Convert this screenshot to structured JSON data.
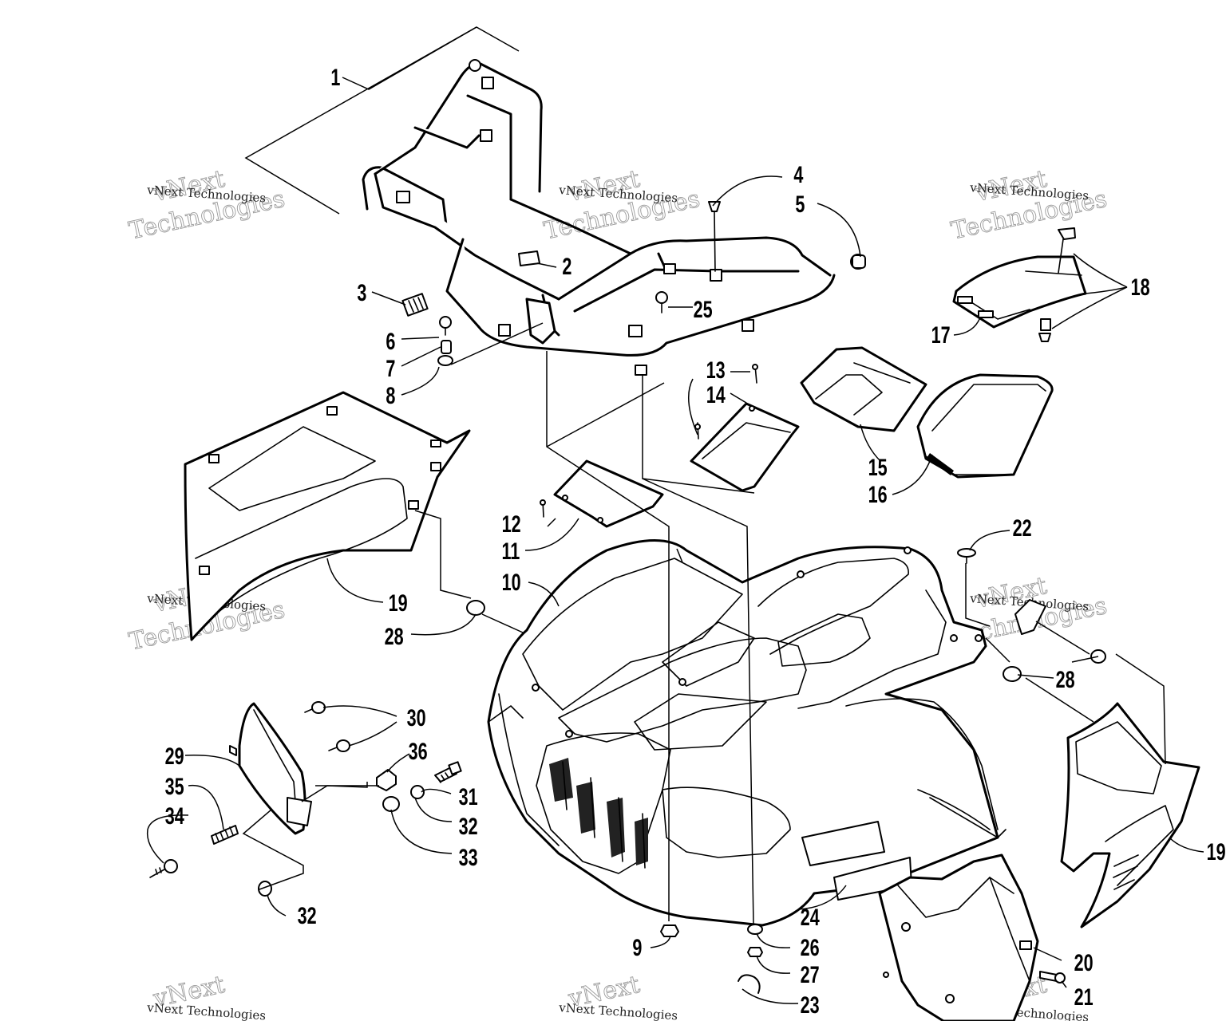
{
  "callouts": {
    "c1": "1",
    "c2": "2",
    "c3": "3",
    "c4": "4",
    "c5": "5",
    "c6": "6",
    "c7": "7",
    "c8": "8",
    "c9": "9",
    "c10": "10",
    "c11": "11",
    "c12": "12",
    "c13": "13",
    "c14": "14",
    "c15": "15",
    "c16": "16",
    "c17": "17",
    "c18": "18",
    "c19a": "19",
    "c19b": "19",
    "c20": "20",
    "c21": "21",
    "c22": "22",
    "c23": "23",
    "c24": "24",
    "c25": "25",
    "c26": "26",
    "c27": "27",
    "c28a": "28",
    "c28b": "28",
    "c29": "29",
    "c30": "30",
    "c31": "31",
    "c32a": "32",
    "c32b": "32",
    "c33": "33",
    "c34": "34",
    "c35": "35",
    "c36": "36"
  },
  "watermark": {
    "brand": "vNext",
    "company": "vNext Technologies",
    "word": "Technologies"
  }
}
